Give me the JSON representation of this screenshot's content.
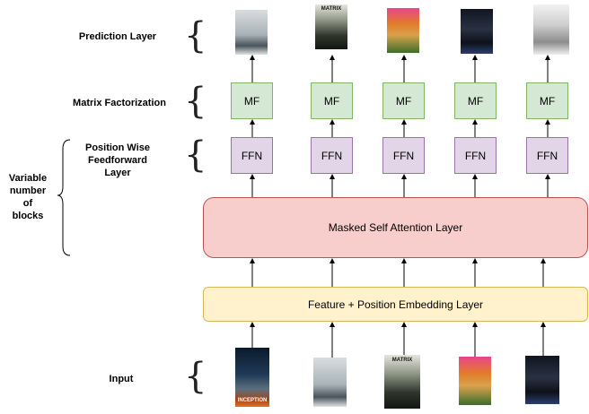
{
  "side_labels": {
    "prediction_layer": "Prediction Layer",
    "matrix_factorization": "Matrix Factorization",
    "position_wise_line1": "Position Wise",
    "position_wise_line2": "Feedforward",
    "position_wise_line3": "Layer",
    "variable_line1": "Variable",
    "variable_line2": "number",
    "variable_line3": "of",
    "variable_line4": "blocks",
    "input": "Input"
  },
  "mf_label": "MF",
  "ffn_label": "FFN",
  "attention_label": "Masked Self Attention Layer",
  "embedding_label": "Feature + Position Embedding Layer",
  "output_posters": [
    "interstellar-poster",
    "matrix-poster",
    "fight-club-poster",
    "shutter-island-poster",
    "portrait-poster"
  ],
  "input_posters": [
    "inception-poster",
    "interstellar-poster",
    "matrix-poster",
    "fight-club-poster",
    "shutter-island-poster"
  ],
  "poster_text": {
    "matrix": "MATRIX",
    "inception": "INCEPTION"
  },
  "colors": {
    "mf_fill": "#d5e8d4",
    "ffn_fill": "#e1d5e7",
    "attention_fill": "#f8cecc",
    "embedding_fill": "#fff2cc"
  }
}
